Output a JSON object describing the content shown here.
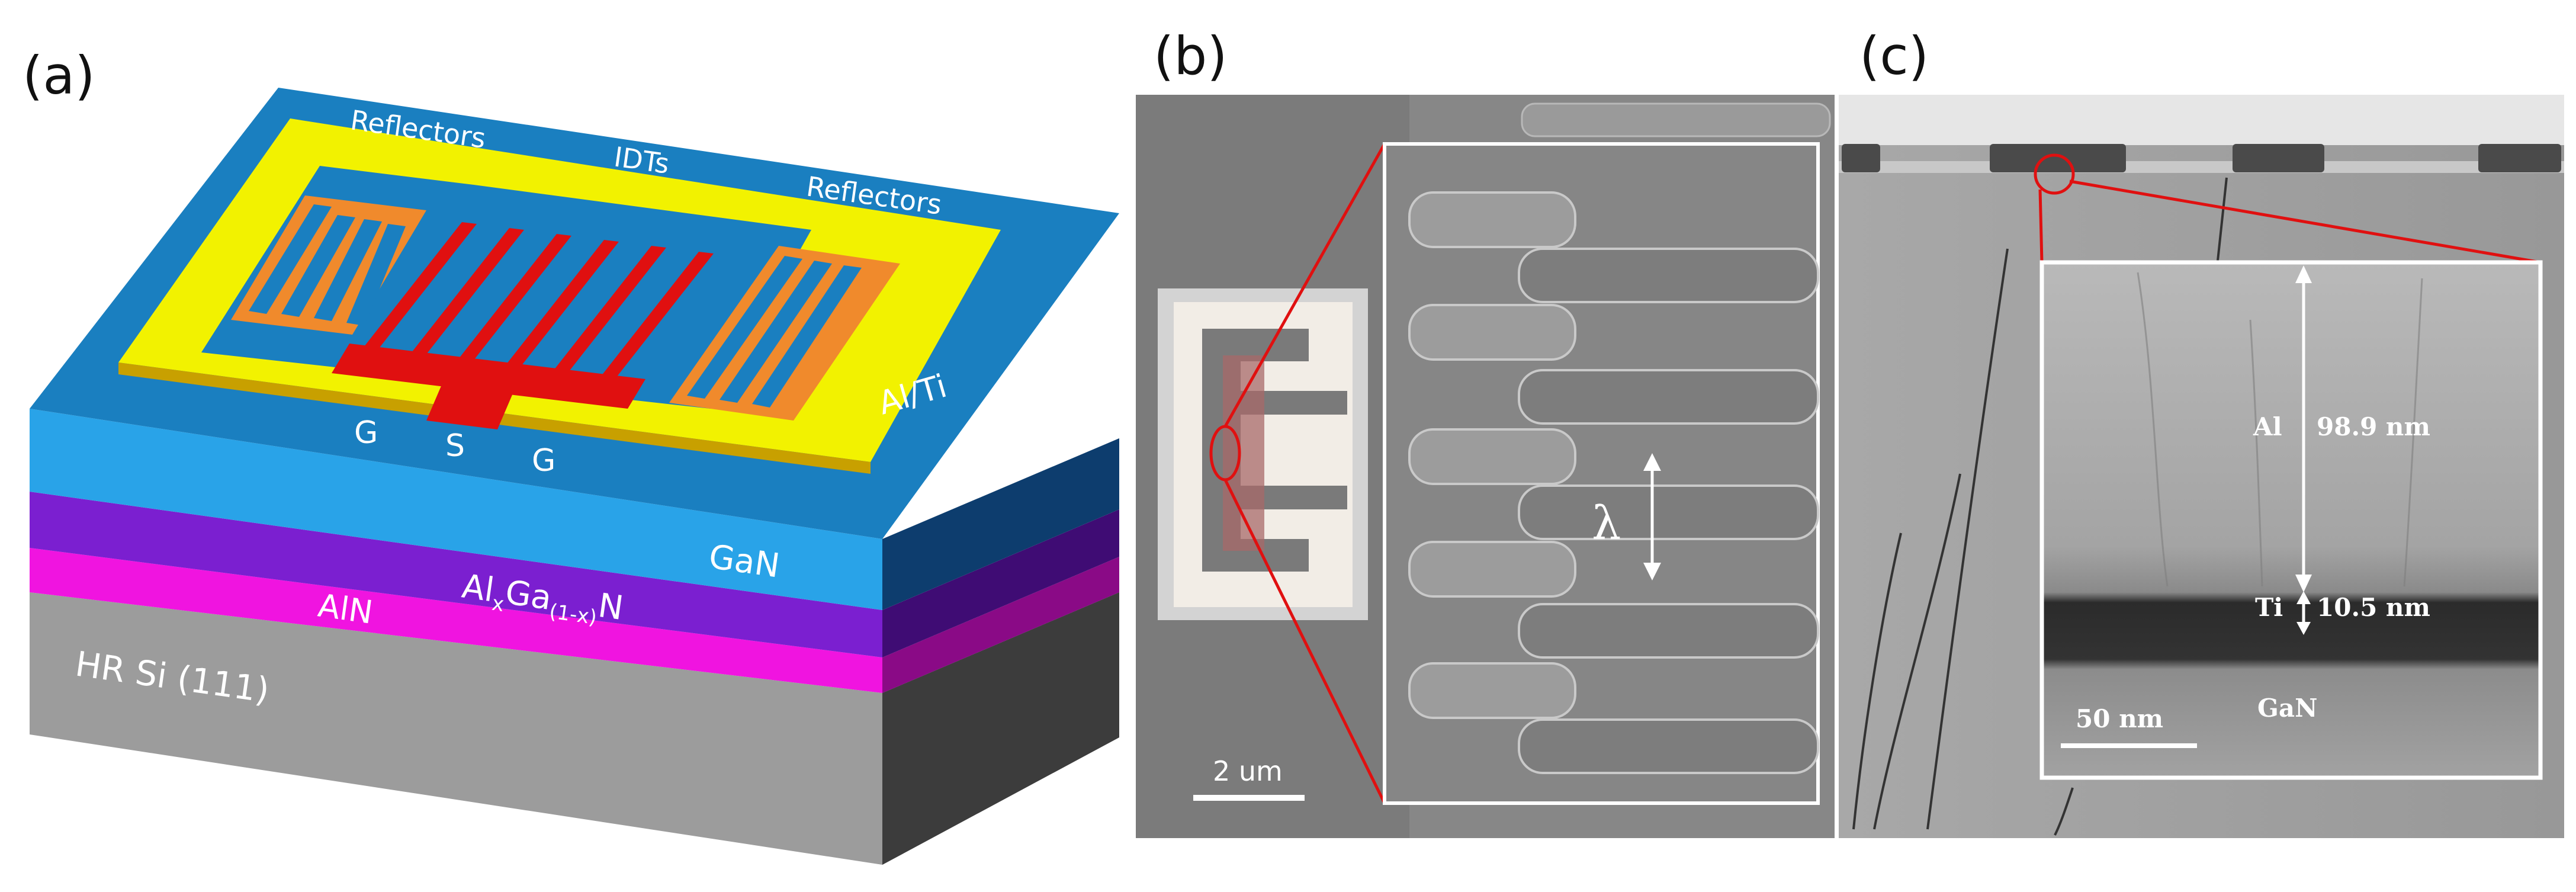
{
  "panel_a": {
    "label": "(a)",
    "reflectors_left": "Reflectors",
    "idts": "IDTs",
    "reflectors_right": "Reflectors",
    "metal": "Al/Ti",
    "g_left": "G",
    "s": "S",
    "g_right": "G",
    "gan": "GaN",
    "algan_main": "Al",
    "algan_sub_x": "x",
    "algan_ga": "Ga",
    "algan_sub_1x": "(1-x)",
    "algan_n": "N",
    "aln": "AlN",
    "si": "HR Si (111)",
    "colors": {
      "metal": "#f2f200",
      "reflector": "#f08a2c",
      "idt": "#e01010",
      "gan": "#1a7fc0",
      "gan_front": "#29a3e8",
      "algan": "#7b1fd0",
      "aln": "#f014e0",
      "si": "#9c9c9c"
    }
  },
  "panel_b": {
    "label": "(b)",
    "wavelength_symbol": "λ",
    "scale_bar": "2 um"
  },
  "panel_c": {
    "label": "(c)",
    "al_label": "Al",
    "al_thickness": "98.9 nm",
    "ti_label": "Ti",
    "ti_thickness": "10.5 nm",
    "scale_bar": "50 nm",
    "gan_label": "GaN"
  }
}
